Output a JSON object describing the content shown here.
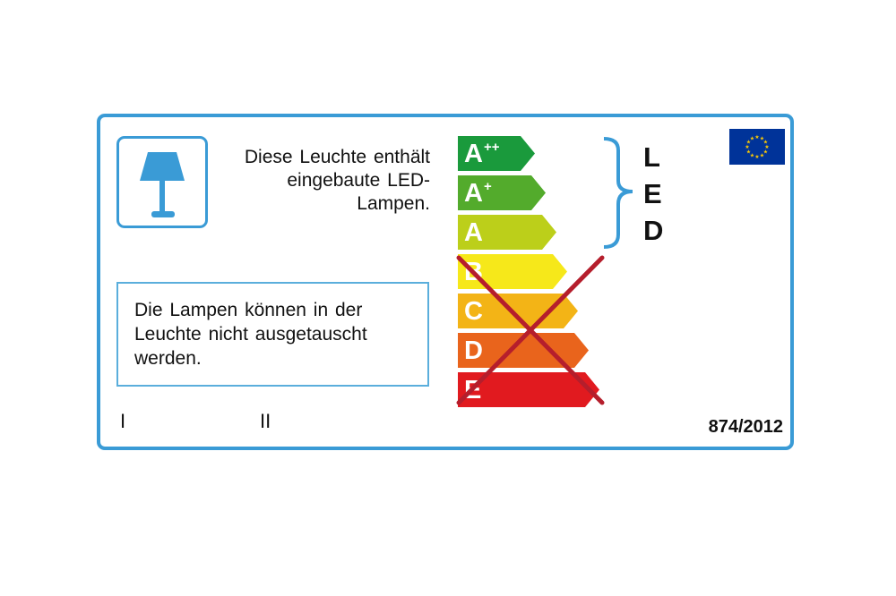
{
  "label": {
    "description": "Diese Leuchte enthält eingebaute LED-Lampen.",
    "note": "Die Lampen können in der Leuchte nicht ausgetauscht werden.",
    "roman_left": "I",
    "roman_right": "II",
    "regulation": "874/2012",
    "led_letters": [
      "L",
      "E",
      "D"
    ],
    "frame_color": "#3a9bd6",
    "icons": [
      "lamp-icon",
      "eu-flag-icon",
      "cross-mark-icon",
      "brace-icon"
    ]
  },
  "energy_classes": [
    {
      "letter": "A",
      "sup": "++",
      "color": "#1a9a3c",
      "width": 70
    },
    {
      "letter": "A",
      "sup": "+",
      "color": "#53ab2c",
      "width": 82
    },
    {
      "letter": "A",
      "sup": "",
      "color": "#bccf1a",
      "width": 94
    },
    {
      "letter": "B",
      "sup": "",
      "color": "#f6e81a",
      "width": 106
    },
    {
      "letter": "C",
      "sup": "",
      "color": "#f3b416",
      "width": 118
    },
    {
      "letter": "D",
      "sup": "",
      "color": "#e9641c",
      "width": 130
    },
    {
      "letter": "E",
      "sup": "",
      "color": "#e11a1f",
      "width": 142
    }
  ]
}
